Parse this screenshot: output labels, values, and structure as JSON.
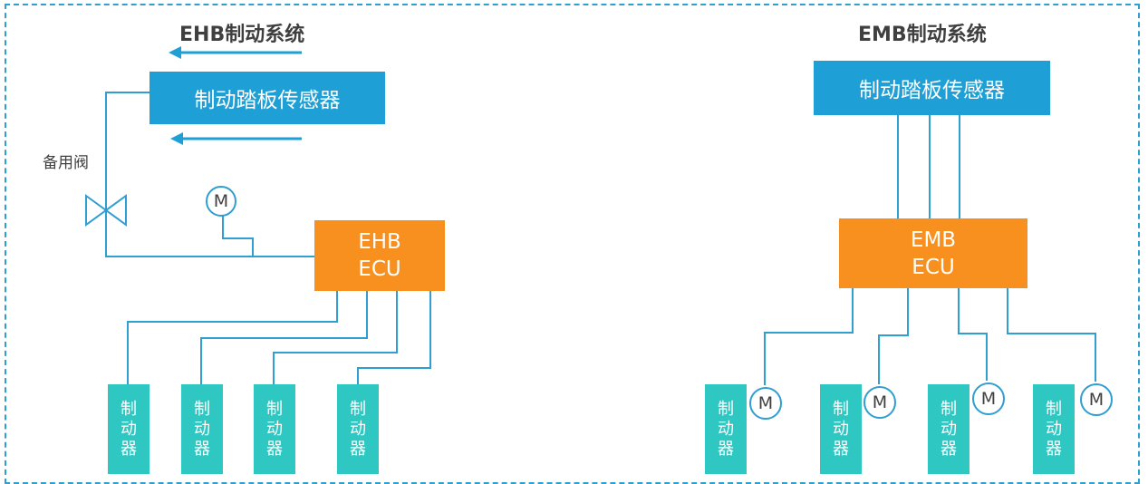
{
  "left_panel": {
    "title": "EHB制动系统",
    "sensor_label": "制动踏板传感器",
    "backup_valve_label": "备用阀",
    "motor_label": "M",
    "ecu_line1": "EHB",
    "ecu_line2": "ECU",
    "brakes": [
      [
        "制",
        "动",
        "器"
      ],
      [
        "制",
        "动",
        "器"
      ],
      [
        "制",
        "动",
        "器"
      ],
      [
        "制",
        "动",
        "器"
      ]
    ]
  },
  "right_panel": {
    "title": "EMB制动系统",
    "sensor_label": "制动踏板传感器",
    "ecu_line1": "EMB",
    "ecu_line2": "ECU",
    "motor_label": "M",
    "brakes": [
      [
        "制",
        "动",
        "器"
      ],
      [
        "制",
        "动",
        "器"
      ],
      [
        "制",
        "动",
        "器"
      ],
      [
        "制",
        "动",
        "器"
      ]
    ]
  },
  "colors": {
    "frame": "#2f9ed1",
    "sensor": "#1e9fd6",
    "ecu": "#f7901e",
    "brake": "#2ec7c1",
    "line": "#2f9ed1"
  }
}
